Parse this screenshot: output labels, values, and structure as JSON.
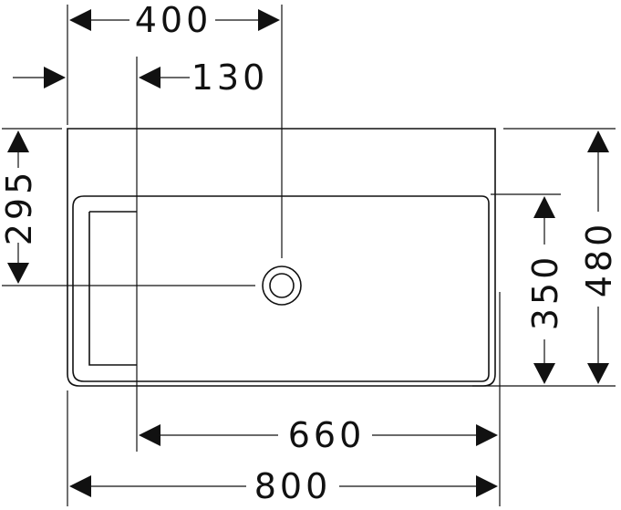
{
  "dimensions": {
    "top_width": "400",
    "offset": "130",
    "left_height": "295",
    "inner_height": "350",
    "outer_height": "480",
    "basin_width": "660",
    "total_width": "800"
  },
  "colors": {
    "line": "#111111",
    "background": "#ffffff"
  }
}
